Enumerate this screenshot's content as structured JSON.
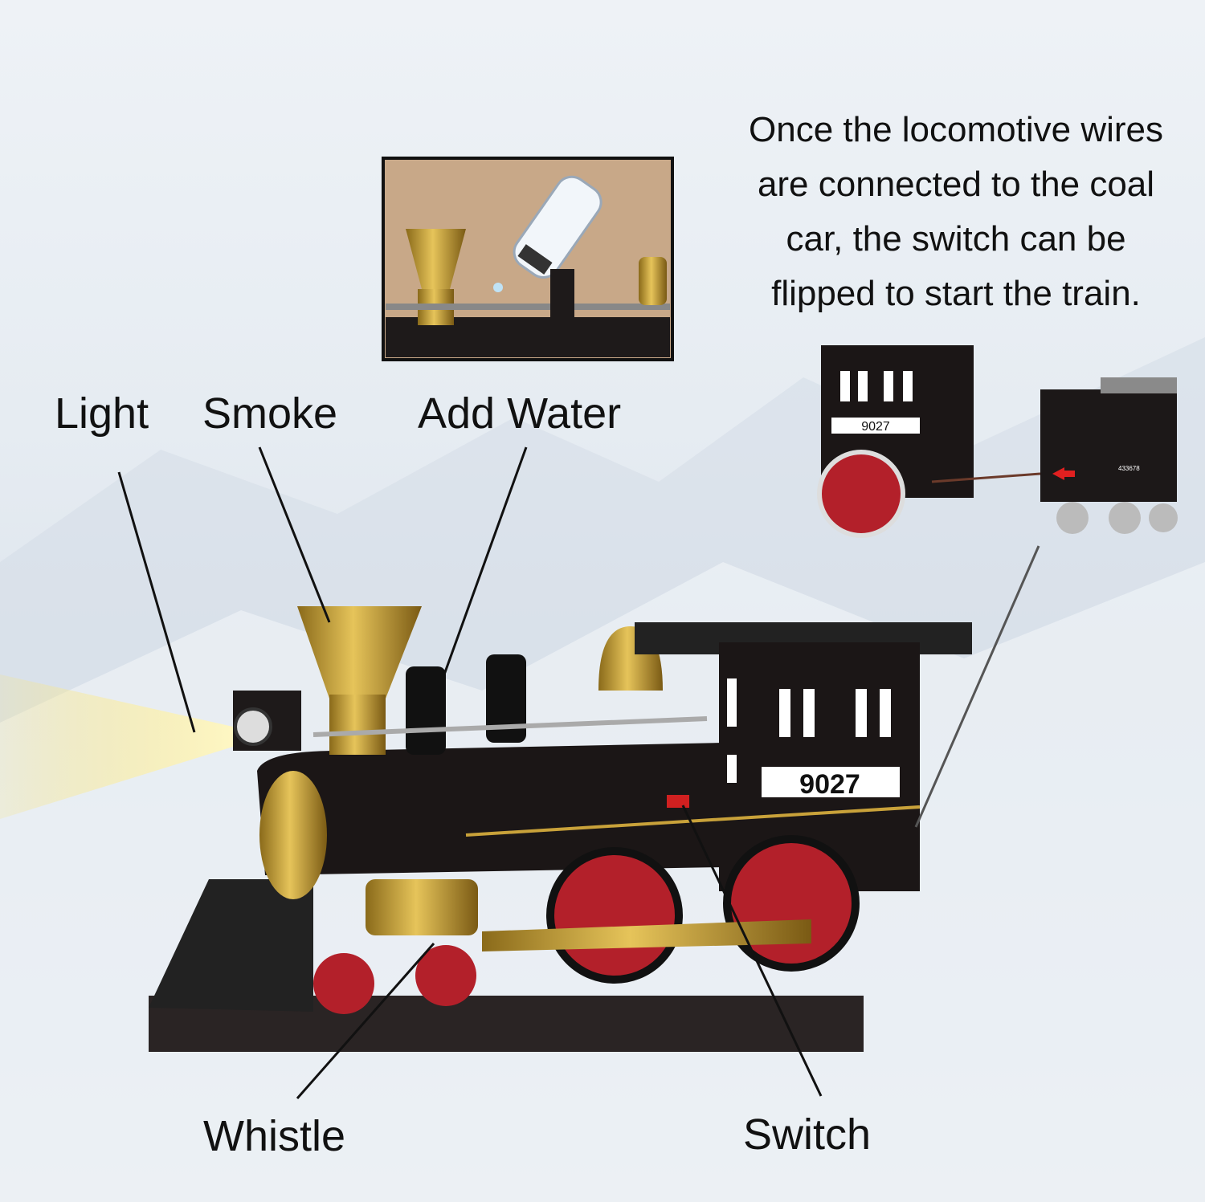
{
  "labels": {
    "light": "Light",
    "smoke": "Smoke",
    "add_water": "Add Water",
    "whistle": "Whistle",
    "switch": "Switch"
  },
  "description": {
    "lines": [
      "Once the locomotive wires",
      "are connected to the coal",
      "car, the switch can be",
      "flipped to start the train."
    ]
  },
  "locomotive": {
    "number": "9027"
  },
  "tender": {
    "number": "433678"
  },
  "colors": {
    "body": "#1a1414",
    "gold": "#c9a23a",
    "wheel_red": "#b3202a",
    "inset_bg": "#c8a888"
  }
}
